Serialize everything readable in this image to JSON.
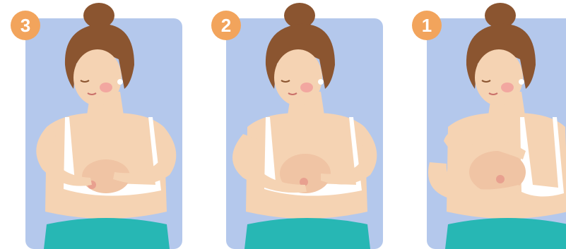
{
  "colors": {
    "panel_bg": "#b4c8ec",
    "badge": "#f2a45c",
    "hair": "#8b5530",
    "skin": "#f5d3b3",
    "skin_shadow": "#e8b999",
    "blush": "#f2a7a0",
    "bra": "#ffffff",
    "pants": "#27b7b4",
    "areola": "#e8a08f"
  },
  "panels": [
    {
      "step": "3",
      "icon": "hand-expression-step-3-illustration"
    },
    {
      "step": "2",
      "icon": "hand-expression-step-2-illustration"
    },
    {
      "step": "1",
      "icon": "hand-expression-step-1-illustration"
    }
  ]
}
